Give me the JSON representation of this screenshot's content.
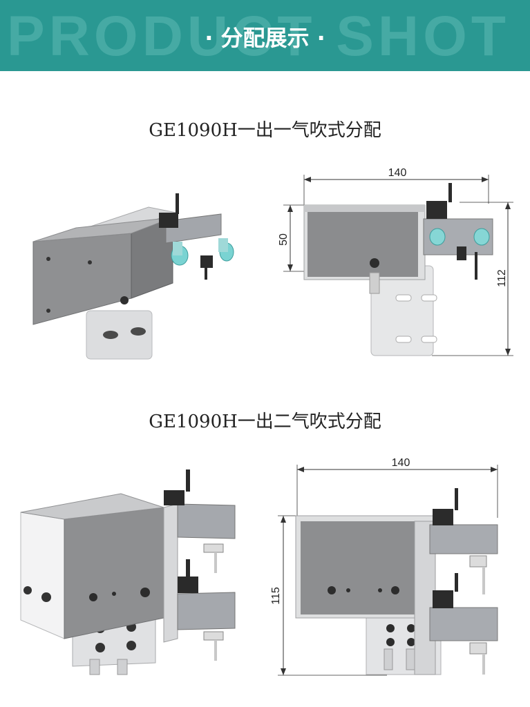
{
  "banner": {
    "bg_text": "PRODUCT SHOT",
    "title": "· 分配展示 ·"
  },
  "sections": [
    {
      "title": "GE1090H一出一气吹式分配",
      "dims": {
        "width": "140",
        "height": "50",
        "total": "112"
      }
    },
    {
      "title": "GE1090H一出二气吹式分配",
      "dims": {
        "width": "140",
        "total": "115"
      }
    }
  ]
}
